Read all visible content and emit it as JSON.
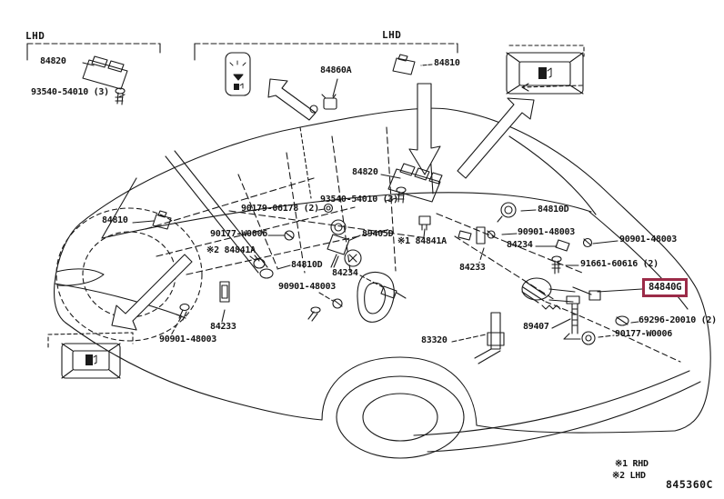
{
  "diagram": {
    "section_labels": {
      "lhd_left": "LHD",
      "lhd_mid": "LHD"
    },
    "part_labels": {
      "p84820_top": "84820",
      "p93540_top": "93540-54010 (3)",
      "p84860a": "84860A",
      "p84810_top": "84810",
      "p84820_mid": "84820",
      "p93540_mid": "93540-54010 (3)",
      "p90179": "90179-06178 (2)",
      "p84810_left": "84810",
      "p90177_left": "90177-W0006",
      "p89405d": "89405D",
      "p84841a_rhd": "※1 84841A",
      "p84841a_lhd": "※2 84841A",
      "p84810d_mid": "84810D",
      "p84234_mid": "84234",
      "p90901_mid": "90901-48003",
      "p84233_left": "84233",
      "p90901_left": "90901-48003",
      "p84810d_right": "84810D",
      "p90901_right_a": "90901-48003",
      "p84234_right": "84234",
      "p90901_right_b": "90901-48003",
      "p84233_right": "84233",
      "p91661": "91661-60616 (2)",
      "p84840g": "84840G",
      "p69296": "69296-20010 (2)",
      "p90177_right": "90177-W0006",
      "p89407": "89407",
      "p83320": "83320"
    },
    "highlighted_part": "84840G",
    "footnotes": {
      "fn1": "※1 RHD",
      "fn2": "※2 LHD"
    },
    "figure_code": "845360C",
    "icons": {
      "fuel_door_button_top": "fuel-pump-icon",
      "fuel_door_button_bottom": "fuel-pump-icon",
      "switch_panel": "fuel-and-trunk-switch-panel"
    },
    "colors": {
      "line": "#1a1a1a",
      "highlight_border": "#9b2b48",
      "background": "#ffffff"
    }
  }
}
